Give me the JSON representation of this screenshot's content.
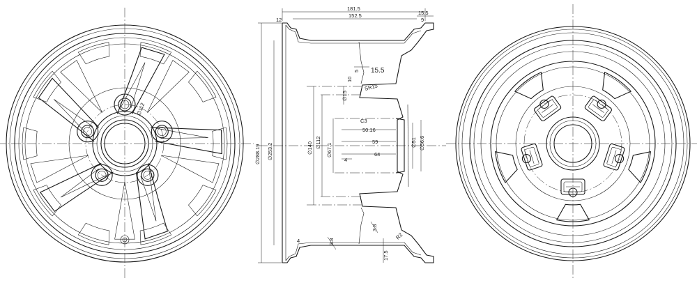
{
  "dims": {
    "top_width": "181.5",
    "inner_width": "152.5",
    "rim_right": "15.5",
    "rim_right_small": "9",
    "rim_left": "12",
    "hub_offset": "15.5",
    "small_r": "5",
    "sr": "SR15",
    "ten": "10",
    "phi_15": "∅15",
    "c3": "C3",
    "d50": "50.16",
    "d59": "59",
    "d64": "64",
    "d4": "4",
    "phi_140": "∅140",
    "phi_112": "∅112",
    "phi_67": "∅67.1",
    "phi_51": "∅51",
    "phi_56": "∅56.6",
    "phi_288": "∅288.19",
    "phi_253": "∅253.2",
    "t38a": "3.8",
    "t38b": "3.8",
    "t175": "17.5",
    "r2": "R2",
    "f4": "4",
    "pcd_front": "∅112"
  }
}
